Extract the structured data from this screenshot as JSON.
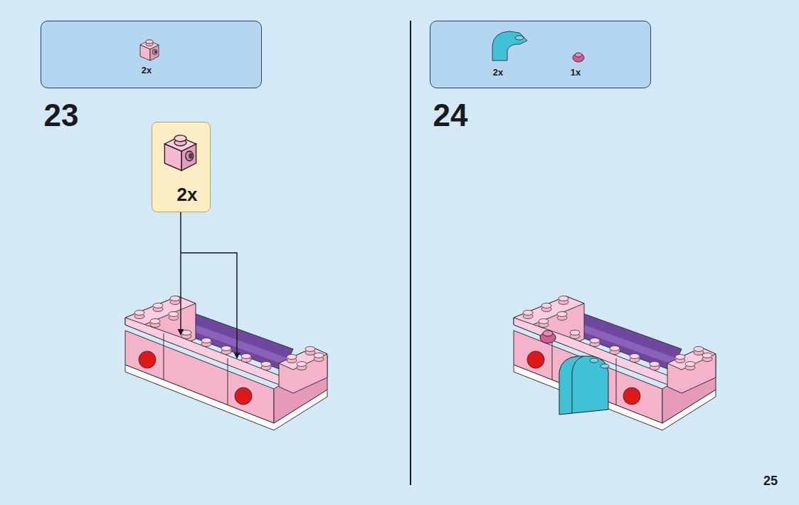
{
  "diagram": {
    "nodes": [
      {
        "text": [
          "2x"
        ]
      },
      {
        "text": [
          "2x"
        ]
      },
      {
        "text": [
          "2x",
          "1x"
        ]
      }
    ],
    "labels": [
      "23",
      "24",
      "25"
    ]
  }
}
